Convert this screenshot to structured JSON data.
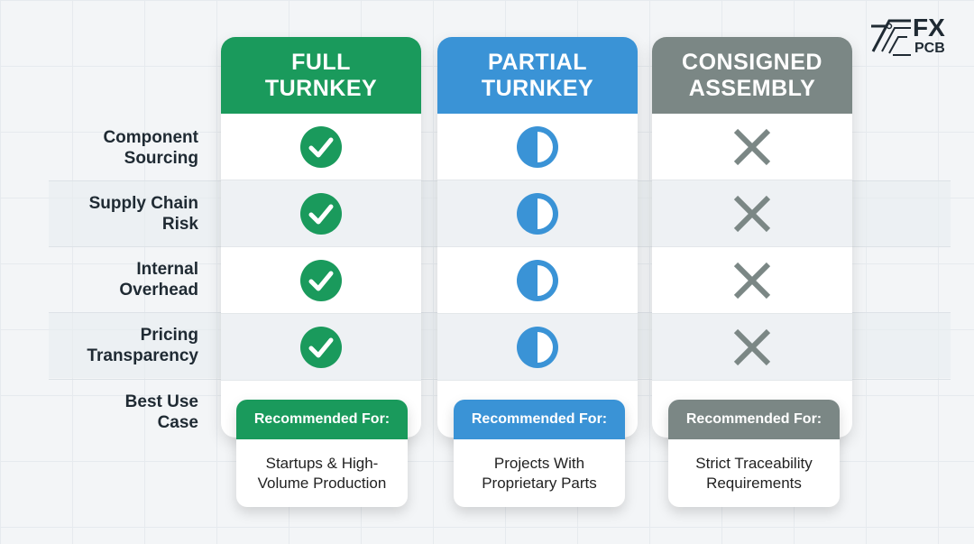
{
  "logo": {
    "brand": "FX",
    "sub": "PCB"
  },
  "colors": {
    "full": "#1a9a5c",
    "partial": "#3a93d6",
    "consigned": "#7b8785",
    "text": "#1f2a33"
  },
  "rows": [
    {
      "label_line1": "Component",
      "label_line2": "Sourcing"
    },
    {
      "label_line1": "Supply Chain",
      "label_line2": "Risk"
    },
    {
      "label_line1": "Internal",
      "label_line2": "Overhead"
    },
    {
      "label_line1": "Pricing",
      "label_line2": "Transparency"
    },
    {
      "label_line1": "Best Use",
      "label_line2": "Case"
    }
  ],
  "columns": [
    {
      "title_line1": "FULL",
      "title_line2": "TURNKEY",
      "icon": "check-circle-icon",
      "rec_label": "Recommended For:",
      "rec_line1": "Startups & High-",
      "rec_line2": "Volume Production"
    },
    {
      "title_line1": "PARTIAL",
      "title_line2": "TURNKEY",
      "icon": "half-circle-icon",
      "rec_label": "Recommended For:",
      "rec_line1": "Projects With",
      "rec_line2": "Proprietary Parts"
    },
    {
      "title_line1": "CONSIGNED",
      "title_line2": "ASSEMBLY",
      "icon": "x-mark-icon",
      "rec_label": "Recommended For:",
      "rec_line1": "Strict Traceability",
      "rec_line2": "Requirements"
    }
  ]
}
